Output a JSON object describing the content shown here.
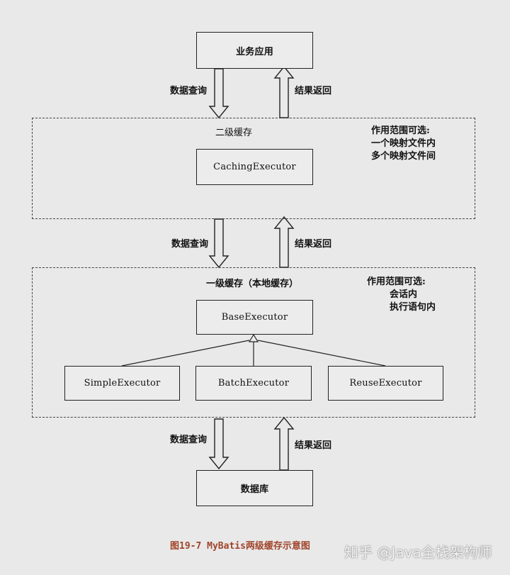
{
  "nodes": {
    "business_app": "业务应用",
    "caching_executor": "CachingExecutor",
    "base_executor": "BaseExecutor",
    "simple_executor": "SimpleExecutor",
    "batch_executor": "BatchExecutor",
    "reuse_executor": "ReuseExecutor",
    "database": "数据库"
  },
  "regions": {
    "second_level": {
      "title": "二级缓存",
      "note_title": "作用范围可选:",
      "note_lines": [
        "一个映射文件内",
        "多个映射文件间"
      ]
    },
    "first_level": {
      "title": "一级缓存（本地缓存）",
      "note_title": "作用范围可选:",
      "note_lines": [
        "会话内",
        "执行语句内"
      ]
    }
  },
  "flows": {
    "query_label": "数据查询",
    "return_label": "结果返回"
  },
  "caption": "图19-7 MyBatis两级缓存示意图",
  "watermark": "知乎 @Java全栈架构师"
}
